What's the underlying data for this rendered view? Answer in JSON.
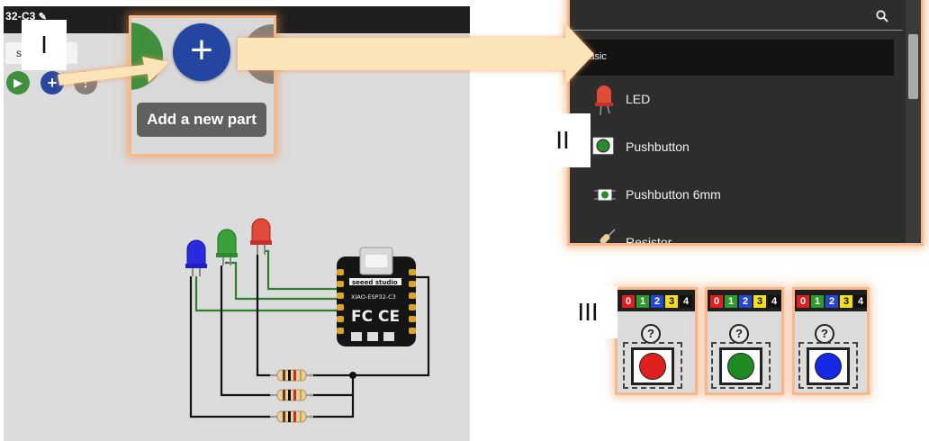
{
  "simulator": {
    "project_title": "32-C3",
    "tab_label": "s",
    "toolbar": {
      "play_label": "▶",
      "add_label": "+",
      "more_label": "⋮"
    },
    "board_labels": {
      "brand": "seeed studio",
      "model": "XIAO-ESP32-C3",
      "marks": "FC CE"
    }
  },
  "callout_labels": {
    "one": "I",
    "two": "II",
    "three": "III"
  },
  "add_part": {
    "button_label": "+",
    "tooltip": "Add a new part"
  },
  "parts_panel": {
    "category": "Basic",
    "items": [
      {
        "label": "LED",
        "icon": "led-icon"
      },
      {
        "label": "Pushbutton",
        "icon": "pushbutton-icon"
      },
      {
        "label": "Pushbutton 6mm",
        "icon": "pushbutton-6mm-icon"
      },
      {
        "label": "Resistor",
        "icon": "resistor-icon"
      }
    ]
  },
  "pushbuttons": [
    {
      "pins": [
        "0",
        "1",
        "2",
        "3",
        "4"
      ],
      "help": "?",
      "cap_color": "#e0201e"
    },
    {
      "pins": [
        "0",
        "1",
        "2",
        "3",
        "4"
      ],
      "help": "?",
      "cap_color": "#1f8a1f"
    },
    {
      "pins": [
        "0",
        "1",
        "2",
        "3",
        "4"
      ],
      "help": "?",
      "cap_color": "#1428e6"
    }
  ],
  "colors": {
    "accent_glow": "#f68c46",
    "add_button": "#2446a0",
    "play_button": "#3f8f3f",
    "panel_dark": "#2d2d2d"
  }
}
